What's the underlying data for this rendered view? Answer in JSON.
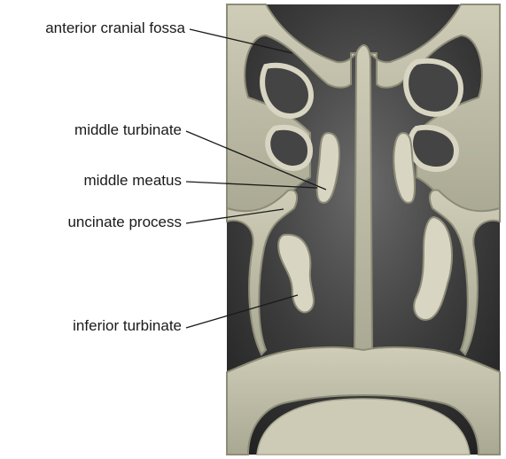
{
  "figure": {
    "labels": [
      {
        "id": "anterior-cranial-fossa",
        "text": "anterior cranial fossa"
      },
      {
        "id": "middle-turbinate",
        "text": "middle turbinate"
      },
      {
        "id": "middle-meatus",
        "text": "middle meatus"
      },
      {
        "id": "uncinate-process",
        "text": "uncinate process"
      },
      {
        "id": "inferior-turbinate",
        "text": "inferior turbinate"
      }
    ]
  },
  "colors": {
    "cavity": "#3a3a3a",
    "bone": "#b9b8a4",
    "bone_edge": "#8d8c78",
    "mucosa": "#d8d6c2",
    "line": "#1a1a1a"
  }
}
